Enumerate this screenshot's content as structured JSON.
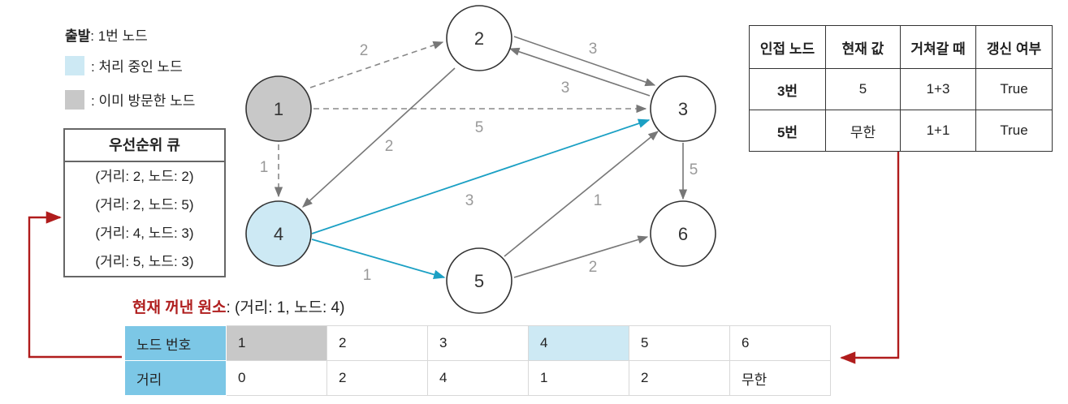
{
  "legend": {
    "start_label": "출발",
    "start_value": ": 1번 노드",
    "processing": ": 처리 중인 노드",
    "visited": ": 이미 방문한 노드"
  },
  "priority_queue": {
    "title": "우선순위 큐",
    "items": [
      "(거리: 2, 노드: 2)",
      "(거리: 2, 노드: 5)",
      "(거리: 4, 노드: 3)",
      "(거리: 5, 노드: 3)"
    ]
  },
  "current_popped": {
    "label": "현재 꺼낸 원소",
    "value": ": (거리: 1, 노드: 4)"
  },
  "graph": {
    "nodes": [
      "1",
      "2",
      "3",
      "4",
      "5",
      "6"
    ],
    "edge_weights": {
      "e1_2": "2",
      "e1_3": "5",
      "e1_4": "1",
      "e2_3": "3",
      "e3_2": "3",
      "e2_4": "2",
      "e4_3": "3",
      "e4_5": "1",
      "e5_3": "1",
      "e5_6": "2",
      "e3_6": "5"
    }
  },
  "adjacency_table": {
    "headers": [
      "인접 노드",
      "현재 값",
      "거쳐갈 때",
      "갱신 여부"
    ],
    "rows": [
      [
        "3번",
        "5",
        "1+3",
        "True"
      ],
      [
        "5번",
        "무한",
        "1+1",
        "True"
      ]
    ]
  },
  "distance_table": {
    "row1_label": "노드 번호",
    "row2_label": "거리",
    "nodes": [
      "1",
      "2",
      "3",
      "4",
      "5",
      "6"
    ],
    "distances": [
      "0",
      "2",
      "4",
      "1",
      "2",
      "무한"
    ]
  },
  "colors": {
    "processing": "#cde9f4",
    "visited": "#c8c8c8",
    "header_blue": "#7cc7e6",
    "active_edge": "#1ba0c4",
    "arrow_red": "#b01c1c"
  }
}
